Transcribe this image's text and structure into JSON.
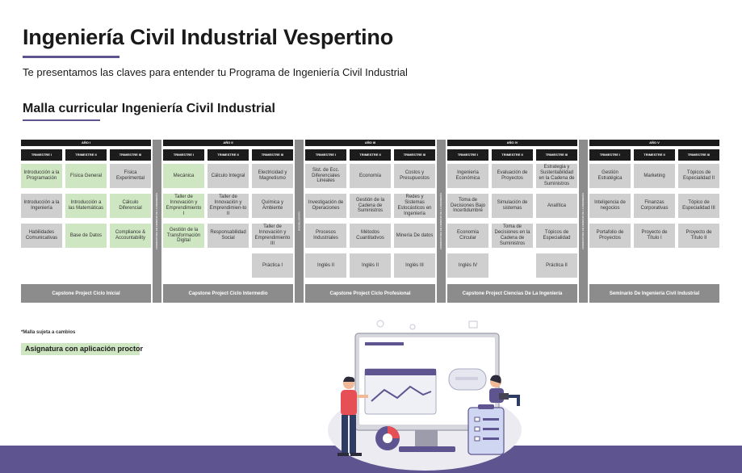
{
  "page": {
    "title": "Ingeniería Civil Industrial Vespertino",
    "subtitle": "Te presentamos las claves para entender tu Programa de Ingeniería Civil Industrial",
    "section_title": "Malla curricular Ingeniería Civil Industrial",
    "note": "*Malla sujeta a cambios",
    "legend": "Asignatura con aplicación proctor"
  },
  "colors": {
    "accent": "#5e5590",
    "header": "#1c1c1c",
    "course_gray": "#cfcfcf",
    "course_green": "#cfe6c2",
    "capstone": "#8c8c8c"
  },
  "years": [
    {
      "label": "AÑO I",
      "capstone": "Capstone Project Ciclo Inicial",
      "terms": [
        {
          "label": "TRIMESTRE I",
          "courses": [
            {
              "name": "Introducción a la Programación",
              "proctor": true
            },
            {
              "name": "Introducción a la Ingeniería",
              "proctor": false
            },
            {
              "name": "Habilidades Comunicativas",
              "proctor": false
            }
          ]
        },
        {
          "label": "TRIMESTRE II",
          "courses": [
            {
              "name": "Física General",
              "proctor": true
            },
            {
              "name": "Introducción a las Matemáticas",
              "proctor": true
            },
            {
              "name": "Base de Datos",
              "proctor": true
            }
          ]
        },
        {
          "label": "TRIMESTRE III",
          "courses": [
            {
              "name": "Física Experimental",
              "proctor": false
            },
            {
              "name": "Cálculo Diferencial",
              "proctor": true
            },
            {
              "name": "Compliance & Accountability",
              "proctor": true
            }
          ]
        }
      ]
    },
    {
      "label": "AÑO II",
      "capstone": "Capstone Project Ciclo Intermedio",
      "terms": [
        {
          "label": "TRIMESTRE I",
          "courses": [
            {
              "name": "Mecánica",
              "proctor": true
            },
            {
              "name": "Taller de Innovación y Emprendimiento I",
              "proctor": true
            },
            {
              "name": "Gestión de la Transformación Digital",
              "proctor": true
            }
          ]
        },
        {
          "label": "TRIMESTRE II",
          "courses": [
            {
              "name": "Cálculo Integral",
              "proctor": false
            },
            {
              "name": "Taller de Innovación y Emprendimien-to II",
              "proctor": false
            },
            {
              "name": "Responsabilidad Social",
              "proctor": false
            }
          ]
        },
        {
          "label": "TRIMESTRE III",
          "courses": [
            {
              "name": "Electricidad y Magnetismo",
              "proctor": false
            },
            {
              "name": "Química y Ambiente",
              "proctor": false
            },
            {
              "name": "Taller de Innovación y Emprendimiento III",
              "proctor": false
            },
            {
              "name": "Práctica I",
              "proctor": false
            }
          ]
        }
      ]
    },
    {
      "label": "AÑO III",
      "capstone": "Capstone Project Ciclo Profesional",
      "terms": [
        {
          "label": "TRIMESTRE I",
          "courses": [
            {
              "name": "Sist. de Ecc. Diferenciales Lineales",
              "proctor": false
            },
            {
              "name": "Investigación de Operaciones",
              "proctor": false
            },
            {
              "name": "Procesos Industriales",
              "proctor": false
            },
            {
              "name": "Inglés II",
              "proctor": false
            }
          ]
        },
        {
          "label": "TRIMESTRE II",
          "courses": [
            {
              "name": "Economía",
              "proctor": false
            },
            {
              "name": "Gestión de la Cadena de Suministros",
              "proctor": false
            },
            {
              "name": "Métodos Cuantitativos",
              "proctor": false
            },
            {
              "name": "Inglés II",
              "proctor": false
            }
          ]
        },
        {
          "label": "TRIMESTRE III",
          "courses": [
            {
              "name": "Costos y Presupuestos",
              "proctor": false
            },
            {
              "name": "Redes y Sistemas Estocásticos en Ingeniería",
              "proctor": false
            },
            {
              "name": "Minería De datos",
              "proctor": false
            },
            {
              "name": "Inglés III",
              "proctor": false
            }
          ]
        }
      ]
    },
    {
      "label": "AÑO IV",
      "capstone": "Capstone Project Ciencias De La Ingeniería",
      "terms": [
        {
          "label": "TRIMESTRE I",
          "courses": [
            {
              "name": "Ingeniería Económica",
              "proctor": false
            },
            {
              "name": "Toma de Decisiones Bajo Incertidumbre",
              "proctor": false
            },
            {
              "name": "Economía Circular",
              "proctor": false
            },
            {
              "name": "Inglés IV",
              "proctor": false
            }
          ]
        },
        {
          "label": "TRIMESTRE II",
          "courses": [
            {
              "name": "Evaluación de Proyectos",
              "proctor": false
            },
            {
              "name": "Simulación de sistemas",
              "proctor": false
            },
            {
              "name": "Toma de Decisiones en la Cadena de Suministros",
              "proctor": false
            }
          ]
        },
        {
          "label": "TRIMESTRE III",
          "courses": [
            {
              "name": "Estrategia y Sustentabilidad en la Cadena de Suministros",
              "proctor": false
            },
            {
              "name": "Analítica",
              "proctor": false
            },
            {
              "name": "Tópicos de Especialidad",
              "proctor": false
            },
            {
              "name": "Práctica II",
              "proctor": false
            }
          ]
        }
      ]
    },
    {
      "label": "AÑO V",
      "capstone": "Seminario De Ingeniería Civil Industrial",
      "terms": [
        {
          "label": "TRIMESTRE I",
          "courses": [
            {
              "name": "Gestión Estratégica",
              "proctor": false
            },
            {
              "name": "Inteligencia de negocios",
              "proctor": false
            },
            {
              "name": "Portafolio de Proyectos",
              "proctor": false
            }
          ]
        },
        {
          "label": "TRIMESTRE II",
          "courses": [
            {
              "name": "Marketing",
              "proctor": false
            },
            {
              "name": "Finanzas Corporativas",
              "proctor": false
            },
            {
              "name": "Proyecto de Título I",
              "proctor": false
            }
          ]
        },
        {
          "label": "TRIMESTRE III",
          "courses": [
            {
              "name": "Tópicos de Especialidad II",
              "proctor": false
            },
            {
              "name": "Tópico de Especialidad III",
              "proctor": false
            },
            {
              "name": "Proyecto de Título II",
              "proctor": false
            }
          ]
        }
      ]
    }
  ],
  "dividers": [
    "LICENCIATURA EN CIENCIAS DE LA INGENIERÍA",
    "BACHILLERATO",
    "LICENCIATURA EN CIENCIAS DE LA INGENIERÍA",
    "LICENCIATURA EN CIENCIAS DE LA INGENIERÍA"
  ]
}
